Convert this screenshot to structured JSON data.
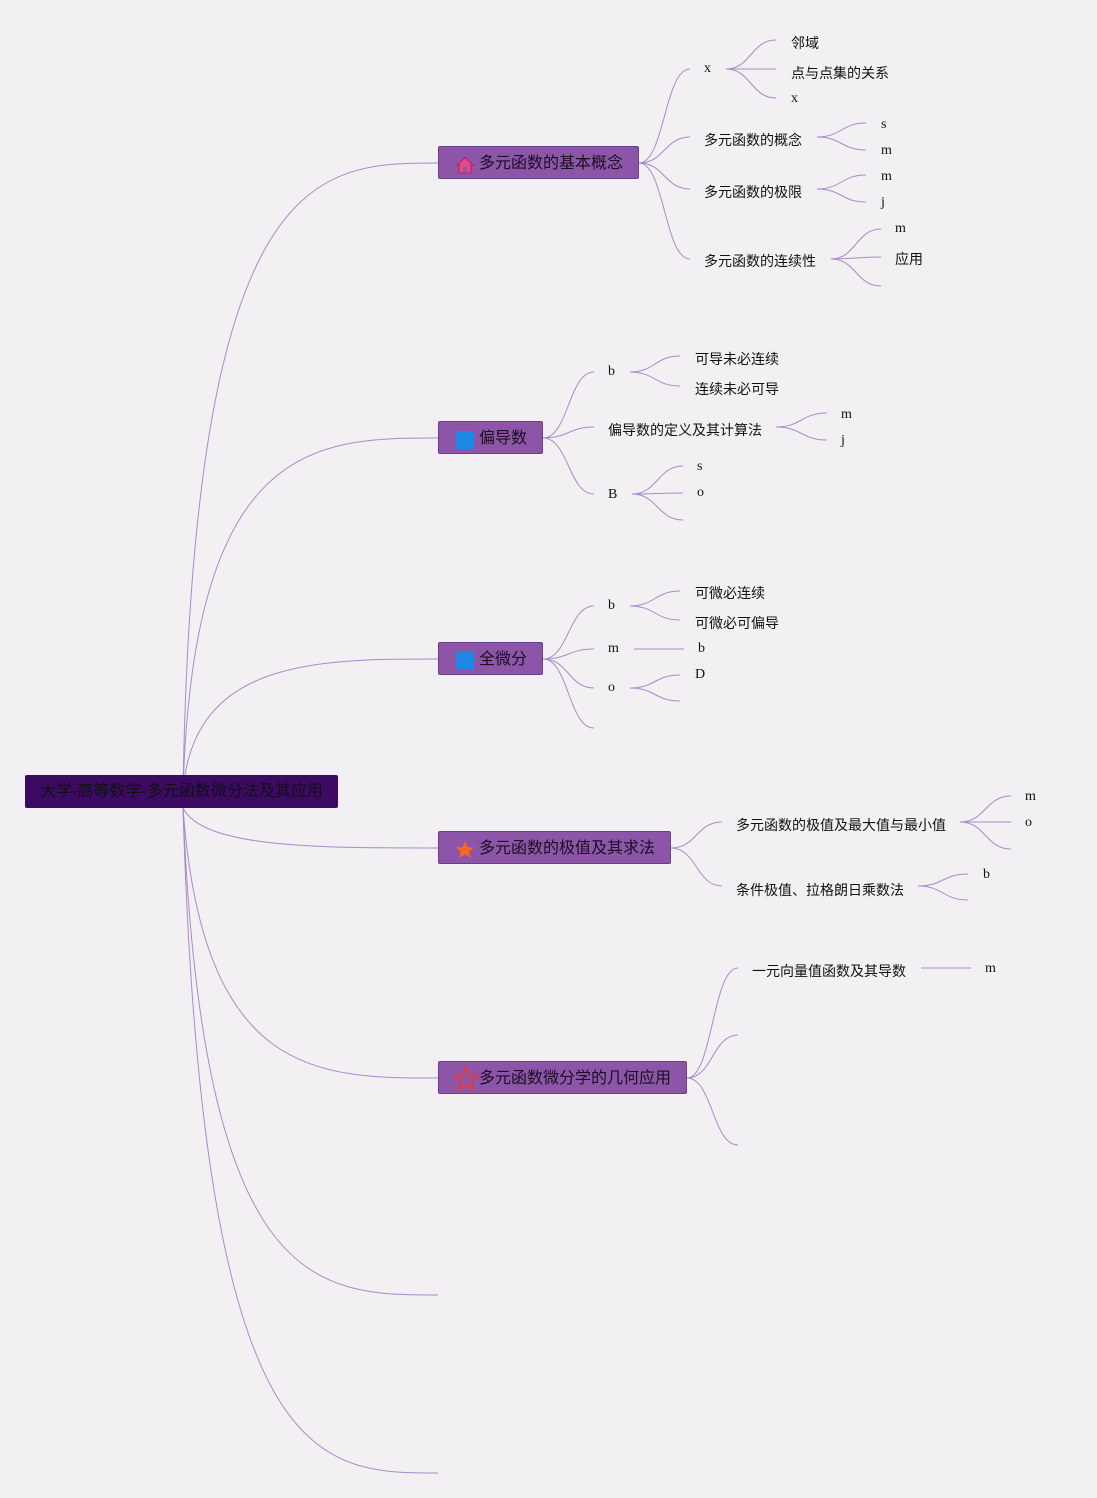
{
  "root": {
    "label": "大学-高等数学-多元函数微分法及其应用"
  },
  "branches": [
    {
      "label": "多元函数的基本概念",
      "icon": "house-icon",
      "children": [
        {
          "label": "x",
          "children": [
            "邻域",
            "点与点集的关系",
            "x"
          ]
        },
        {
          "label": "多元函数的概念",
          "children": [
            "s",
            "m"
          ]
        },
        {
          "label": "多元函数的极限",
          "children": [
            "m",
            "j"
          ]
        },
        {
          "label": "多元函数的连续性",
          "children": [
            "m",
            "应用",
            ""
          ]
        }
      ]
    },
    {
      "label": "偏导数",
      "icon": "blue-square-icon",
      "children": [
        {
          "label": "b",
          "children": [
            "可导未必连续",
            "连续未必可导"
          ]
        },
        {
          "label": "偏导数的定义及其计算法",
          "children": [
            "m",
            "j"
          ]
        },
        {
          "label": "B",
          "children": [
            "s",
            "o",
            ""
          ]
        }
      ]
    },
    {
      "label": "全微分",
      "icon": "blue-square-icon",
      "children": [
        {
          "label": "b",
          "children": [
            "可微必连续",
            "可微必可偏导"
          ]
        },
        {
          "label": "m",
          "children": [
            "b"
          ]
        },
        {
          "label": "o",
          "children": [
            "D",
            ""
          ]
        },
        {
          "label": "",
          "children": []
        }
      ]
    },
    {
      "label": "多元函数的极值及其求法",
      "icon": "orange-star-icon",
      "children": [
        {
          "label": "多元函数的极值及最大值与最小值",
          "children": [
            "m",
            "o",
            ""
          ]
        },
        {
          "label": "条件极值、拉格朗日乘数法",
          "children": [
            "b",
            ""
          ]
        }
      ]
    },
    {
      "label": "多元函数微分学的几何应用",
      "icon": "red-star-outline-icon",
      "children": [
        {
          "label": "一元向量值函数及其导数",
          "children": [
            "m"
          ]
        },
        {
          "label": "",
          "children": []
        },
        {
          "label": "",
          "children": []
        }
      ]
    }
  ],
  "colors": {
    "background": "#f2f0f3",
    "root_fill": "#3d0a63",
    "branch_fill": "#8d55a8",
    "link": "#a88bc9",
    "icon_blue": "#1e88e5",
    "icon_orange": "#f26a21",
    "icon_red": "#e53935"
  }
}
